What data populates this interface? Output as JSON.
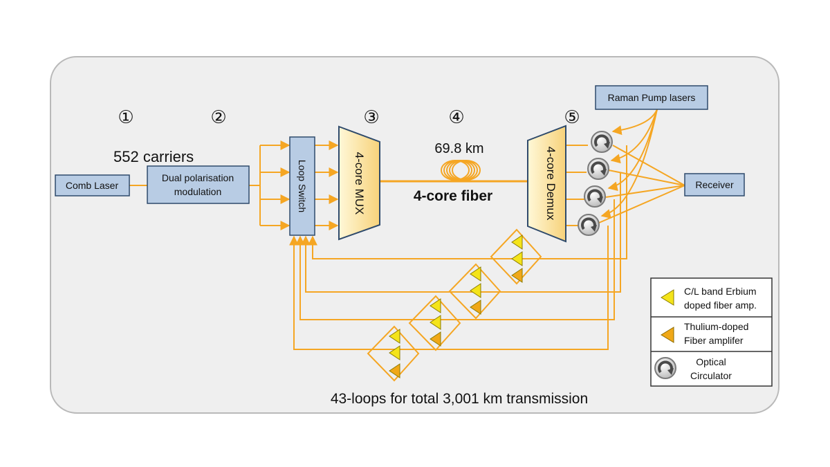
{
  "step_markers": [
    "①",
    "②",
    "③",
    "④",
    "⑤"
  ],
  "blocks": {
    "comb_laser": "Comb Laser",
    "dual_pol_line1": "Dual polarisation",
    "dual_pol_line2": "modulation",
    "loop_switch": "Loop Switch",
    "mux": "4-core MUX",
    "demux": "4-core Demux",
    "raman": "Raman Pump lasers",
    "receiver": "Receiver"
  },
  "labels": {
    "carriers": "552 carriers",
    "span_length": "69.8 km",
    "fiber": "4-core fiber",
    "loops": "43-loops for total 3,001 km transmission"
  },
  "legend": {
    "edfa_line1": "C/L band Erbium",
    "edfa_line2": "doped fiber amp.",
    "tdfa_line1": "Thulium-doped",
    "tdfa_line2": "Fiber amplifer",
    "circ_line1": "Optical",
    "circ_line2": "Circulator"
  },
  "colors": {
    "line": "#f5a623",
    "box_fill": "#b8cce4",
    "box_stroke": "#2e4a6b",
    "edfa": "#f4e41a",
    "tdfa": "#f0a818",
    "panel": "#efefef"
  }
}
